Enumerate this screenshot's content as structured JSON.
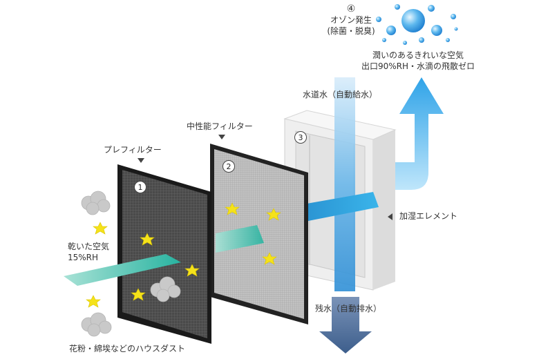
{
  "labels": {
    "ozone_num": "④",
    "ozone_title": "オゾン発生",
    "ozone_sub": "(除菌・脱臭)",
    "outlet_line1": "潤いのあるきれいな空気",
    "outlet_line2": "出口90%RH・水滴の飛散ゼロ",
    "water_in": "水道水（自動給水）",
    "medium_filter": "中性能フィルター",
    "pre_filter": "プレフィルター",
    "humidifier": "加湿エレメント",
    "dry_air_line1": "乾いた空気",
    "dry_air_line2": "15%RH",
    "drain": "残水（自動排水）",
    "dust": "花粉・綿埃などのハウスダスト"
  },
  "markers": [
    "1",
    "2",
    "3"
  ],
  "colors": {
    "outlet_arrow": "#3aa9e6",
    "water_column": "#4aa3df",
    "drain_arrow": "#4b6b9a",
    "airflow_sheet": "#2fb8a6",
    "dust": "#c9c9c9",
    "spark": "#f5e21a"
  }
}
